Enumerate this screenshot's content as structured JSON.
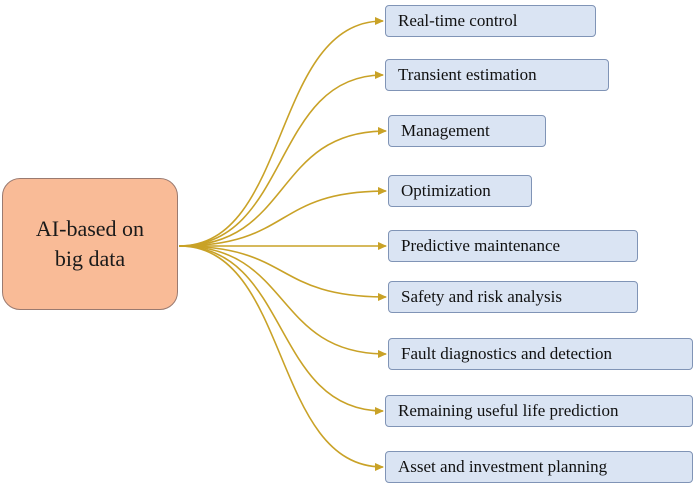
{
  "colors": {
    "center_fill": "#F9BB97",
    "leaf_fill": "#DAE4F3",
    "connector": "#C9A227"
  },
  "center": {
    "line1": "AI-based on",
    "line2": "big data"
  },
  "branches": [
    {
      "label": "Real-time control"
    },
    {
      "label": "Transient estimation"
    },
    {
      "label": "Management"
    },
    {
      "label": "Optimization"
    },
    {
      "label": "Predictive maintenance"
    },
    {
      "label": "Safety and risk analysis"
    },
    {
      "label": "Fault diagnostics and detection"
    },
    {
      "label": "Remaining useful life prediction"
    },
    {
      "label": "Asset and investment planning"
    }
  ]
}
